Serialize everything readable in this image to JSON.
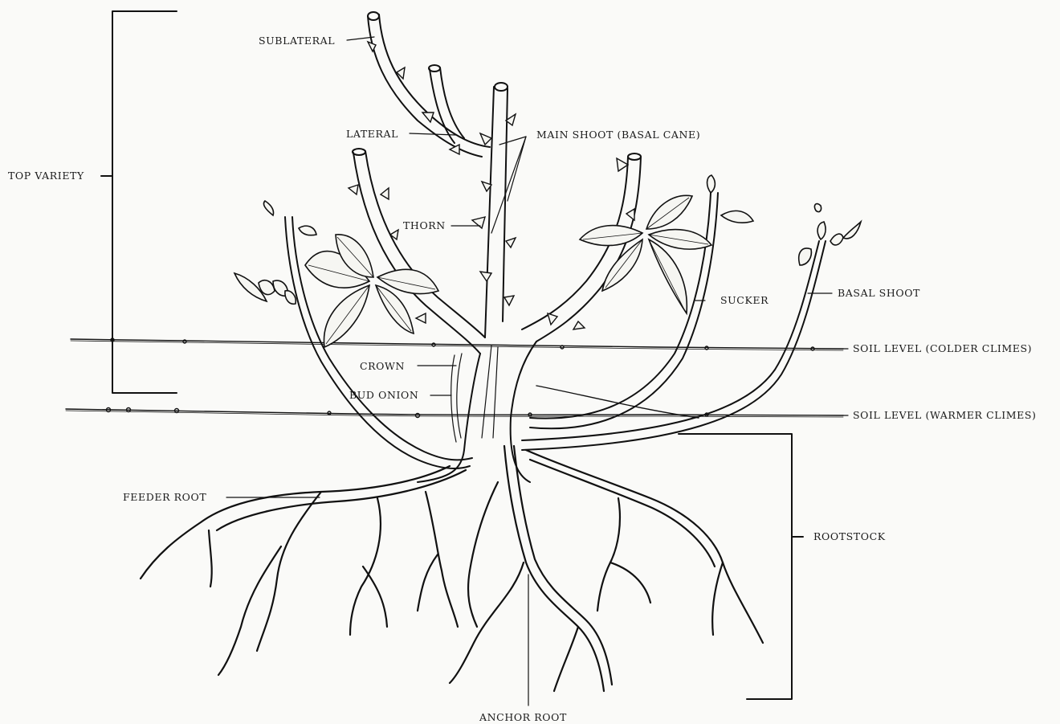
{
  "labels": {
    "sublateral": "SUBLATERAL",
    "lateral": "LATERAL",
    "main_shoot": "MAIN SHOOT (BASAL CANE)",
    "top_variety": "TOP VARIETY",
    "thorn": "THORN",
    "sucker": "SUCKER",
    "basal_shoot": "BASAL SHOOT",
    "crown": "CROWN",
    "bud_onion": "BUD ONION",
    "soil_colder": "SOIL LEVEL (COLDER CLIMES)",
    "soil_warmer": "SOIL LEVEL (WARMER CLIMES)",
    "feeder_root": "FEEDER ROOT",
    "rootstock": "ROOTSTOCK",
    "anchor_root": "ANCHOR ROOT"
  }
}
